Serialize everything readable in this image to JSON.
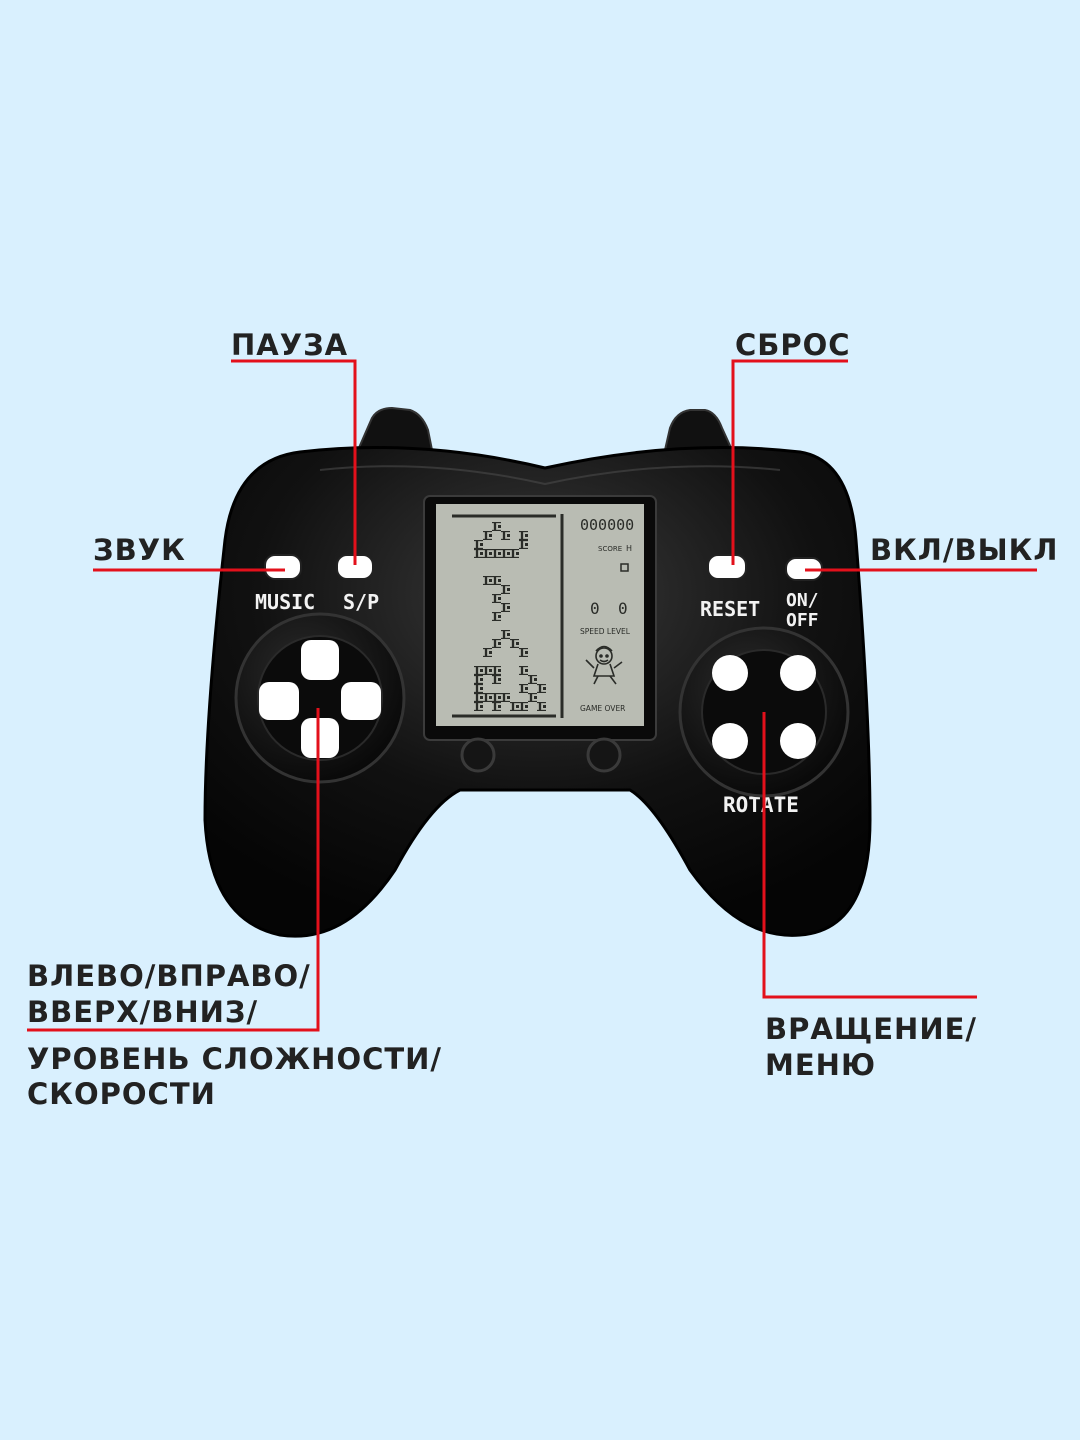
{
  "colors": {
    "background": "#d9f0fe",
    "body": "#0c0c0c",
    "leader_line": "#e3101b",
    "lcd": "#b9bcb3",
    "pixel": "#2a2c28"
  },
  "callouts": {
    "pause": "ПАУЗА",
    "reset": "СБРОС",
    "sound": "ЗВУК",
    "power": "ВКЛ/ВЫКЛ",
    "dpad_line1": "ВЛЕВО/ВПРАВО/",
    "dpad_line2": "ВВЕРХ/ВНИЗ/",
    "dpad_line3": "УРОВЕНЬ СЛОЖНОСТИ/",
    "dpad_line4": "СКОРОСТИ",
    "rotate_line1": "ВРАЩЕНИЕ/",
    "rotate_line2": "МЕНЮ"
  },
  "device": {
    "music_label": "MUSIC",
    "sp_label": "S/P",
    "reset_label": "RESET",
    "onoff_line1": "ON/",
    "onoff_line2": "OFF",
    "rotate_label": "ROTATE"
  },
  "screen": {
    "score_digits": "000000",
    "score_label": "SCORE",
    "hi_mark": "H",
    "speed_value": "0",
    "level_value": "0",
    "speed_level_label": "SPEED LEVEL",
    "game_over_label": "GAME OVER"
  },
  "icons": {
    "mascot": "cartoon-kid-icon"
  }
}
